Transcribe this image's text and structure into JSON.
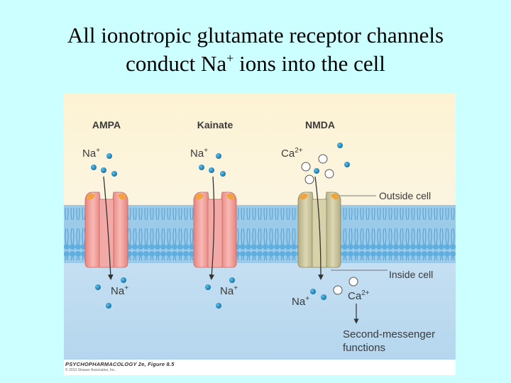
{
  "slide": {
    "title_line1": "All ionotropic glutamate receptor channels",
    "title_line2_prefix": "conduct Na",
    "title_line2_sup": "+",
    "title_line2_suffix": " ions into the cell"
  },
  "figure": {
    "receptors": [
      {
        "name": "AMPA",
        "ion_out": "Na",
        "ion_out_charge": "+",
        "ion_in": "Na",
        "ion_in_charge": "+"
      },
      {
        "name": "Kainate",
        "ion_out": "Na",
        "ion_out_charge": "+",
        "ion_in": "Na",
        "ion_in_charge": "+"
      },
      {
        "name": "NMDA",
        "ion_out": "Ca",
        "ion_out_charge": "2+",
        "ion_in_na": "Na",
        "ion_in_na_charge": "+",
        "ion_in_ca": "Ca",
        "ion_in_ca_charge": "2+"
      }
    ],
    "region_labels": {
      "outside": "Outside cell",
      "inside": "Inside cell"
    },
    "downstream_line1": "Second-messenger",
    "downstream_line2": "functions",
    "caption": "PSYCHOPHARMACOLOGY 2e, Figure 8.5",
    "copyright": "© 2013 Sinauer Associates, Inc.",
    "colors": {
      "outside_bg": "#fdf2d2",
      "inside_bg": "#b8d9ef",
      "membrane": "#5aa8d8",
      "ampa_channel": "#f2a3a0",
      "nmda_channel": "#cdc79f",
      "na_ion": "#1f8fc6",
      "ca_ion": "#ffffff",
      "label_color": "#3a3a3a"
    }
  }
}
